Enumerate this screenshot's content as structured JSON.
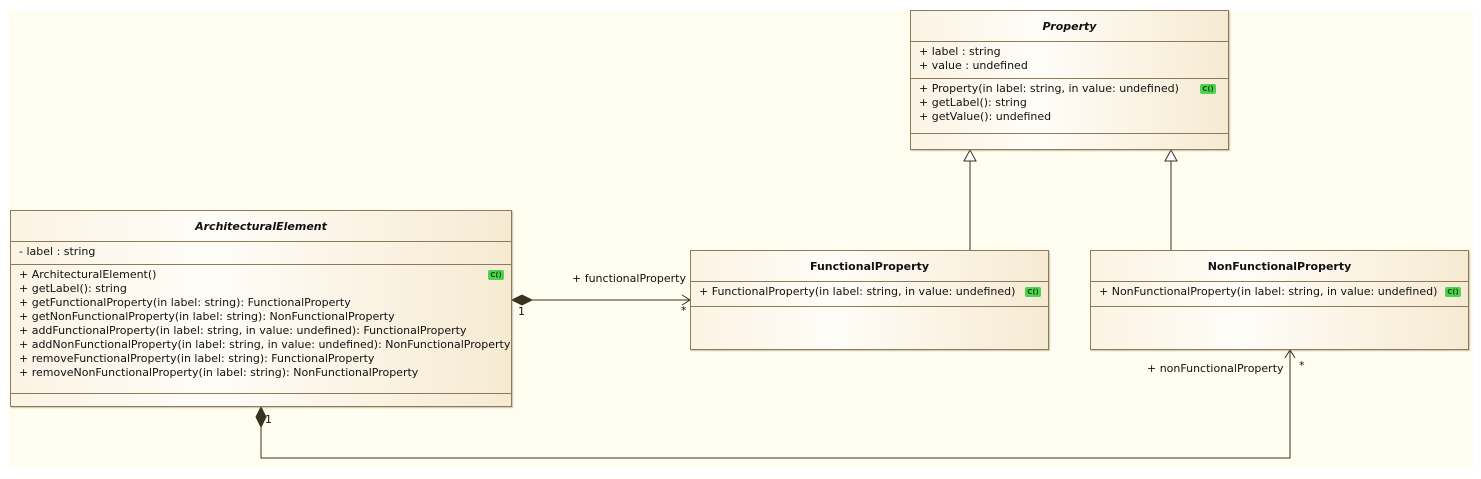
{
  "classes": {
    "property": {
      "name": "Property",
      "attributes": [
        "+ label : string",
        "+ value : undefined"
      ],
      "operations": [
        "+ Property(in label: string, in value: undefined)",
        "+ getLabel(): string",
        "+ getValue(): undefined"
      ]
    },
    "architectural_element": {
      "name": "ArchitecturalElement",
      "attributes": [
        "- label : string"
      ],
      "operations": [
        "+ ArchitecturalElement()",
        "+ getLabel(): string",
        "+ getFunctionalProperty(in label: string): FunctionalProperty",
        "+ getNonFunctionalProperty(in label: string): NonFunctionalProperty",
        "+ addFunctionalProperty(in label: string, in value: undefined): FunctionalProperty",
        "+ addNonFunctionalProperty(in label: string, in value: undefined): NonFunctionalProperty",
        "+ removeFunctionalProperty(in label: string): FunctionalProperty",
        "+ removeNonFunctionalProperty(in label: string): NonFunctionalProperty"
      ]
    },
    "functional_property": {
      "name": "FunctionalProperty",
      "operations": [
        "+ FunctionalProperty(in label: string, in value: undefined)"
      ]
    },
    "non_functional_property": {
      "name": "NonFunctionalProperty",
      "operations": [
        "+ NonFunctionalProperty(in label: string, in value: undefined)"
      ]
    }
  },
  "constructor_badge": "C()",
  "edges": {
    "functional": {
      "role": "+ functionalProperty",
      "source_multiplicity": "1",
      "target_multiplicity": "*"
    },
    "non_functional": {
      "role": "+ nonFunctionalProperty",
      "source_multiplicity": "1",
      "target_multiplicity": "*"
    }
  },
  "colors": {
    "border": "#8c7a58",
    "canvas": "#fefdf0",
    "line": "#3a3220",
    "badge": "#4fd24f"
  }
}
